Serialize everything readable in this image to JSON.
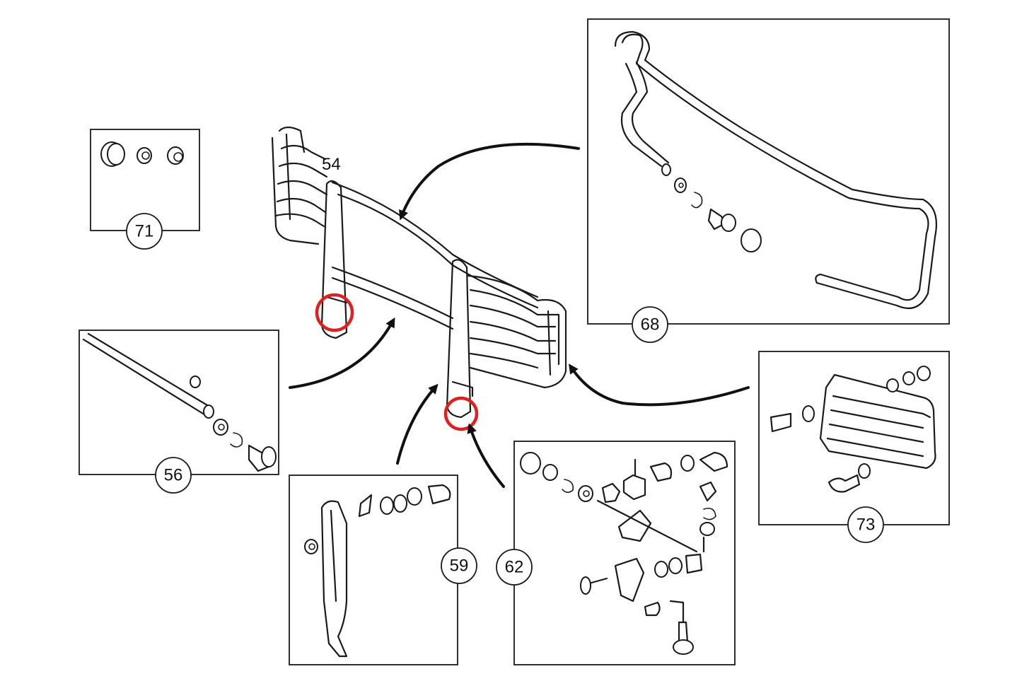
{
  "diagram": {
    "main_label": "54",
    "callouts": [
      {
        "id": "71",
        "label": "71"
      },
      {
        "id": "68",
        "label": "68"
      },
      {
        "id": "56",
        "label": "56"
      },
      {
        "id": "59",
        "label": "59"
      },
      {
        "id": "62",
        "label": "62"
      },
      {
        "id": "73",
        "label": "73"
      }
    ],
    "highlight_color": "#e02020"
  }
}
